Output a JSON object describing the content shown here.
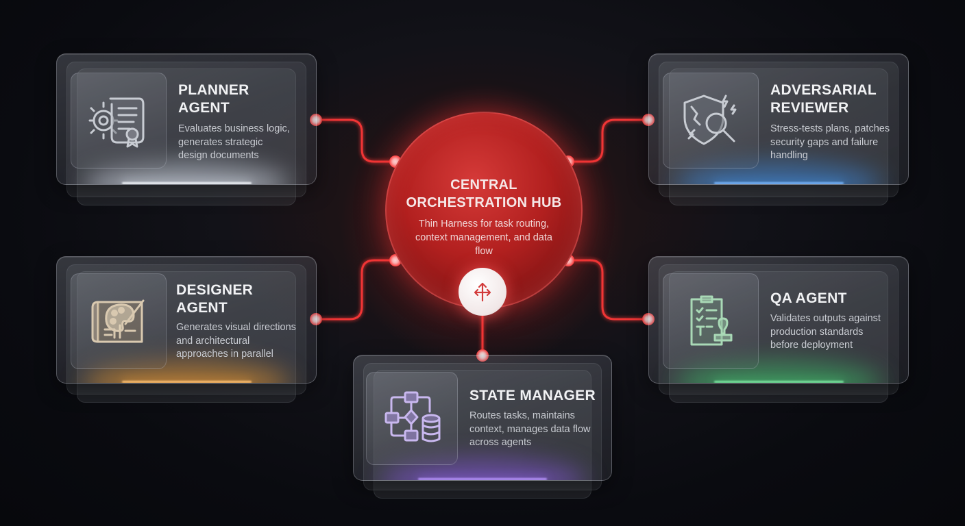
{
  "hub": {
    "title_line1": "CENTRAL",
    "title_line2": "ORCHESTRATION HUB",
    "desc_line1": "Thin Harness for task routing,",
    "desc_line2": "context management, and data",
    "desc_line3": "flow",
    "action_icon": "split-arrows-icon",
    "color": "#c42a28"
  },
  "planner": {
    "title_line1": "PLANNER",
    "title_line2": "AGENT",
    "desc_line1": "Evaluates business logic,",
    "desc_line2": "generates strategic",
    "desc_line3": "design documents",
    "icon": "gear-document-certificate-icon",
    "glow_color": "#e6ecf5"
  },
  "adversarial": {
    "title_line1": "ADVERSARIAL",
    "title_line2": "REVIEWER",
    "desc_line1": "Stress-tests plans, patches",
    "desc_line2": "security gaps and failure",
    "desc_line3": "handling",
    "icon": "shield-magnifier-icon",
    "glow_color": "#4a9cf0"
  },
  "designer": {
    "title_line1": "DESIGNER",
    "title_line2": "AGENT",
    "desc_line1": "Generates visual directions",
    "desc_line2": "and architectural",
    "desc_line3": "approaches in parallel",
    "icon": "palette-blueprint-icon",
    "glow_color": "#f0a03a"
  },
  "qa": {
    "title": "QA AGENT",
    "desc_line1": "Validates outputs against",
    "desc_line2": "production standards",
    "desc_line3": "before deployment",
    "icon": "clipboard-stamp-icon",
    "glow_color": "#4fd17a"
  },
  "state": {
    "title": "STATE MANAGER",
    "desc_line1": "Routes tasks, maintains",
    "desc_line2": "context, manages data flow",
    "desc_line3": "across agents",
    "icon": "flowchart-database-icon",
    "glow_color": "#9a6cf0"
  }
}
